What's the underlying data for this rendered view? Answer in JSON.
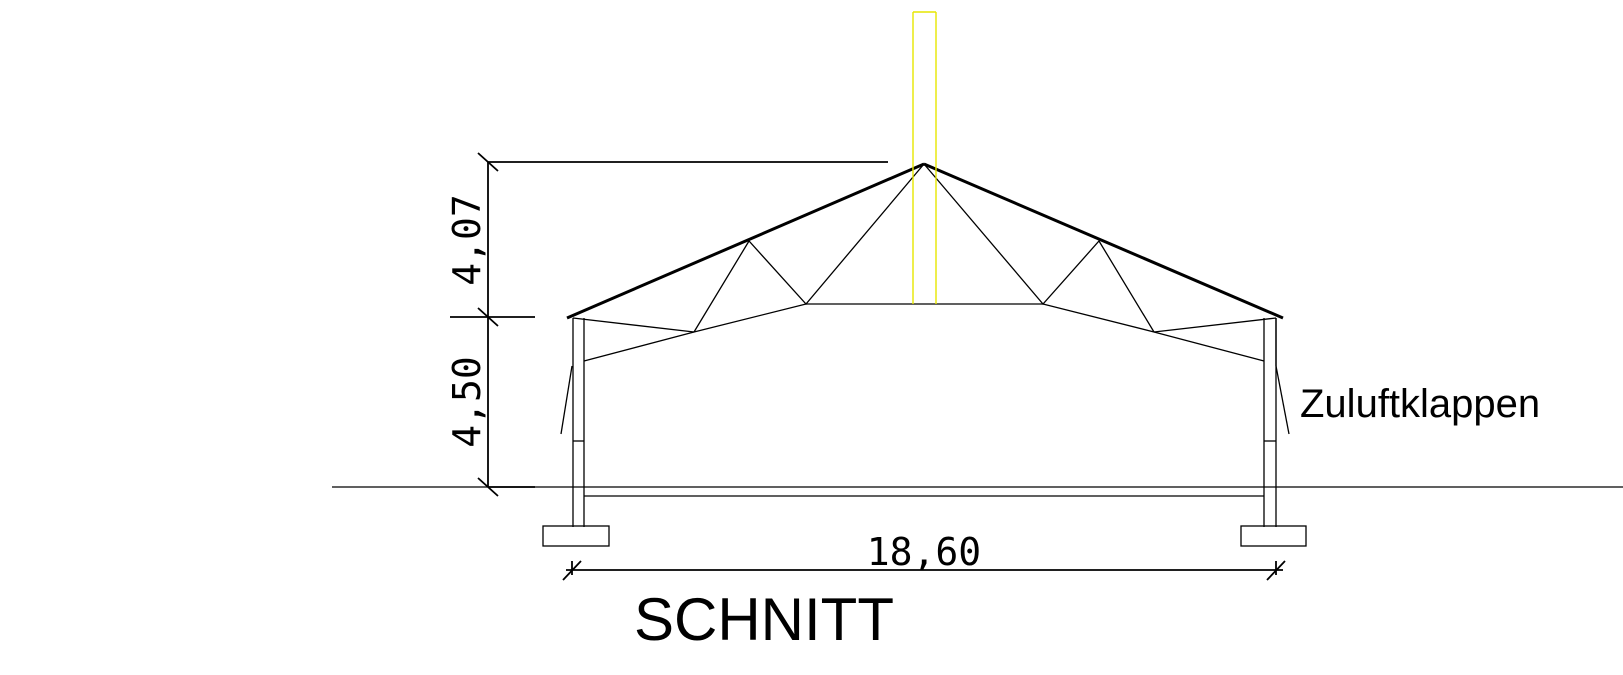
{
  "drawing": {
    "title": "SCHNITT",
    "annotation": "Zuluftklappen",
    "dimensions": {
      "span": "18,60",
      "eave_height": "4,50",
      "roof_height": "4,07"
    },
    "colors": {
      "lines": "#000000",
      "vent": "#e6e600",
      "background": "#ffffff"
    }
  }
}
